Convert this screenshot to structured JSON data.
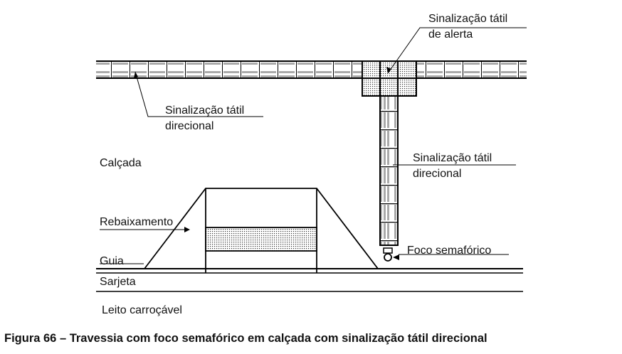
{
  "labels": {
    "alert_line1": "Sinalização tátil",
    "alert_line2": "de alerta",
    "dir_top_line1": "Sinalização tátil",
    "dir_top_line2": "direcional",
    "dir_vert_line1": "Sinalização tátil",
    "dir_vert_line2": "direcional",
    "calcada": "Calçada",
    "rebaixamento": "Rebaixamento",
    "guia": "Guia",
    "sarjeta": "Sarjeta",
    "leito": "Leito carroçável",
    "foco": "Foco semafórico"
  },
  "caption": "Figura 66 – Travessia com foco semafórico em calçada com sinalização tátil direcional"
}
